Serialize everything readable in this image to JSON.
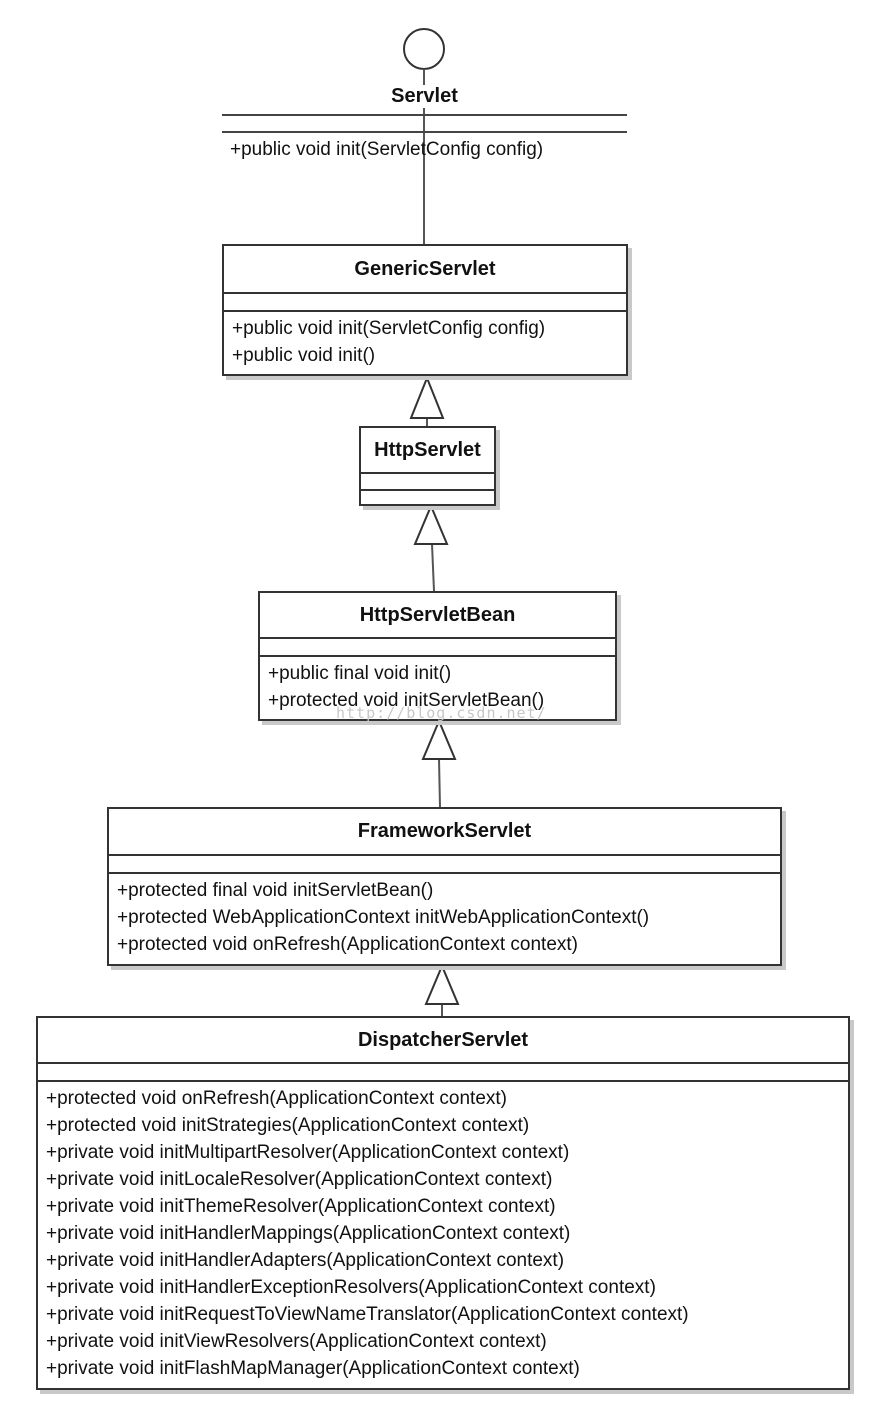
{
  "diagram": {
    "watermark": "http://blog.csdn.net/",
    "classes": [
      {
        "id": "servlet",
        "name": "Servlet",
        "stereotype": "interface",
        "attributes": [],
        "operations": [
          "+public void init(ServletConfig config)"
        ]
      },
      {
        "id": "genericservlet",
        "name": "GenericServlet",
        "attributes": [],
        "operations": [
          "+public void init(ServletConfig config)",
          "+public void init()"
        ]
      },
      {
        "id": "httpservlet",
        "name": "HttpServlet",
        "attributes": [],
        "operations": []
      },
      {
        "id": "httpservletbean",
        "name": "HttpServletBean",
        "attributes": [],
        "operations": [
          "+public final void init()",
          "+protected void initServletBean()"
        ]
      },
      {
        "id": "frameworkservlet",
        "name": "FrameworkServlet",
        "attributes": [],
        "operations": [
          "+protected final void initServletBean()",
          "+protected WebApplicationContext initWebApplicationContext()",
          "+protected void onRefresh(ApplicationContext context)"
        ]
      },
      {
        "id": "dispatcherservlet",
        "name": "DispatcherServlet",
        "attributes": [],
        "operations": [
          "+protected void onRefresh(ApplicationContext context)",
          "+protected void initStrategies(ApplicationContext context)",
          "+private void initMultipartResolver(ApplicationContext context)",
          "+private void initLocaleResolver(ApplicationContext context)",
          "+private void initThemeResolver(ApplicationContext context)",
          "+private void initHandlerMappings(ApplicationContext context)",
          "+private void initHandlerAdapters(ApplicationContext context)",
          "+private void initHandlerExceptionResolvers(ApplicationContext context)",
          "+private void initRequestToViewNameTranslator(ApplicationContext context)",
          "+private void initViewResolvers(ApplicationContext context)",
          "+private void initFlashMapManager(ApplicationContext context)"
        ]
      }
    ],
    "relations": [
      {
        "from": "genericservlet",
        "to": "servlet",
        "type": "realization-lollipop"
      },
      {
        "from": "httpservlet",
        "to": "genericservlet",
        "type": "generalization"
      },
      {
        "from": "httpservletbean",
        "to": "httpservlet",
        "type": "generalization"
      },
      {
        "from": "frameworkservlet",
        "to": "httpservletbean",
        "type": "generalization"
      },
      {
        "from": "dispatcherservlet",
        "to": "frameworkservlet",
        "type": "generalization"
      }
    ]
  }
}
